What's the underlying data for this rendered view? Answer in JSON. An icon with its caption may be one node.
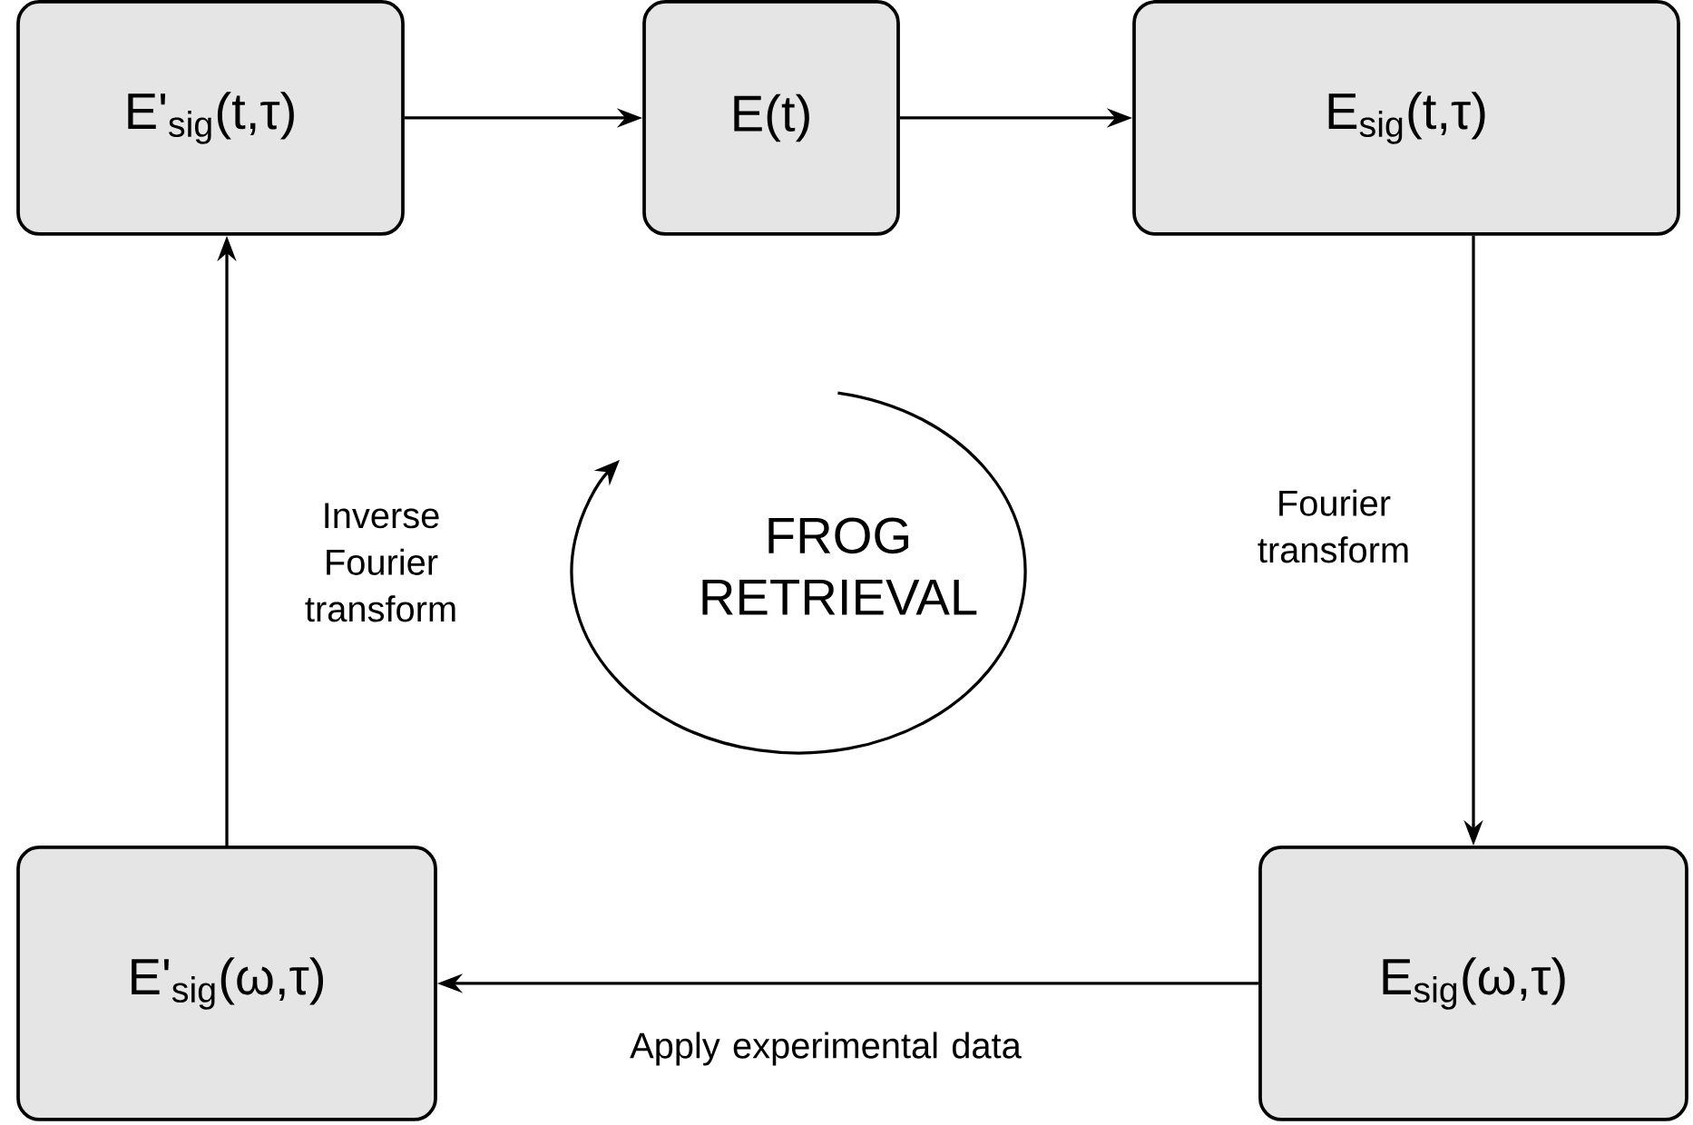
{
  "diagram": {
    "nodes": [
      {
        "text": [
          "E'$_{sig}$(t,τ)"
        ]
      },
      {
        "text": [
          "E(t)"
        ]
      },
      {
        "text": [
          "E$_{sig}$(t,τ)"
        ]
      },
      {
        "text": [
          "E$_{sig}$(ω,τ)"
        ]
      },
      {
        "text": [
          "E'$_{sig}$(ω,τ)"
        ]
      }
    ],
    "edges": [
      {
        "from": 0,
        "to": 1,
        "arrow": "to"
      },
      {
        "from": 1,
        "to": 2,
        "arrow": "to"
      },
      {
        "from": 2,
        "to": 3,
        "arrow": "to",
        "label": "Fourier transform"
      },
      {
        "from": 3,
        "to": 4,
        "arrow": "to",
        "label": "Apply experimental data"
      },
      {
        "from": 4,
        "to": 0,
        "arrow": "to",
        "label": "Inverse Fourier transform"
      }
    ],
    "labels": [
      "FROG RETRIEVAL"
    ]
  }
}
